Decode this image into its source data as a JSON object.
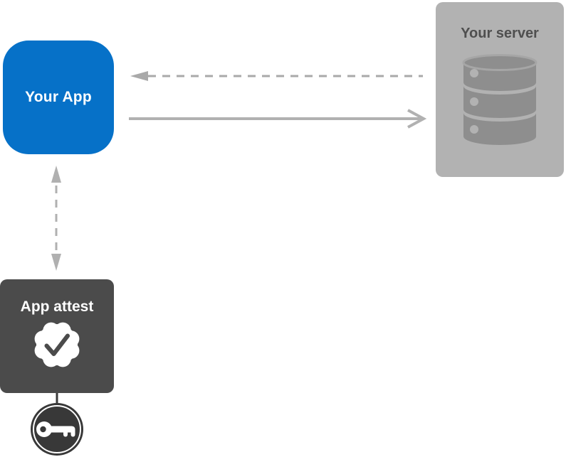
{
  "nodes": {
    "app": {
      "label": "Your App",
      "fill": "#0671c8",
      "text_color": "#ffffff"
    },
    "server": {
      "label": "Your server",
      "fill": "#b2b2b2",
      "text_color": "#4f4f4f",
      "icon": "database-icon"
    },
    "attest": {
      "label": "App attest",
      "fill": "#4b4b4b",
      "text_color": "#ffffff",
      "icon": "verified-seal-icon"
    },
    "key": {
      "icon": "key-icon",
      "fill": "#383838"
    }
  },
  "connectors": [
    {
      "from": "server",
      "to": "app",
      "style": "dashed",
      "arrowheads": "left",
      "color": "#a9a9a9"
    },
    {
      "from": "app",
      "to": "server",
      "style": "solid",
      "arrowheads": "right",
      "color": "#b1b1b1"
    },
    {
      "from": "app",
      "to": "attest",
      "style": "dashed",
      "arrowheads": "both",
      "color": "#b0b0b0"
    },
    {
      "from": "attest",
      "to": "key",
      "style": "solid",
      "arrowheads": "none",
      "color": "#3a3a3a"
    }
  ],
  "colors": {
    "background": "#ffffff",
    "app_blue": "#0671c8",
    "server_gray": "#b2b2b2",
    "attest_dark_gray": "#4b4b4b",
    "arrow_gray": "#a9a9a9",
    "db_icon_gray": "#8e8e8e"
  }
}
